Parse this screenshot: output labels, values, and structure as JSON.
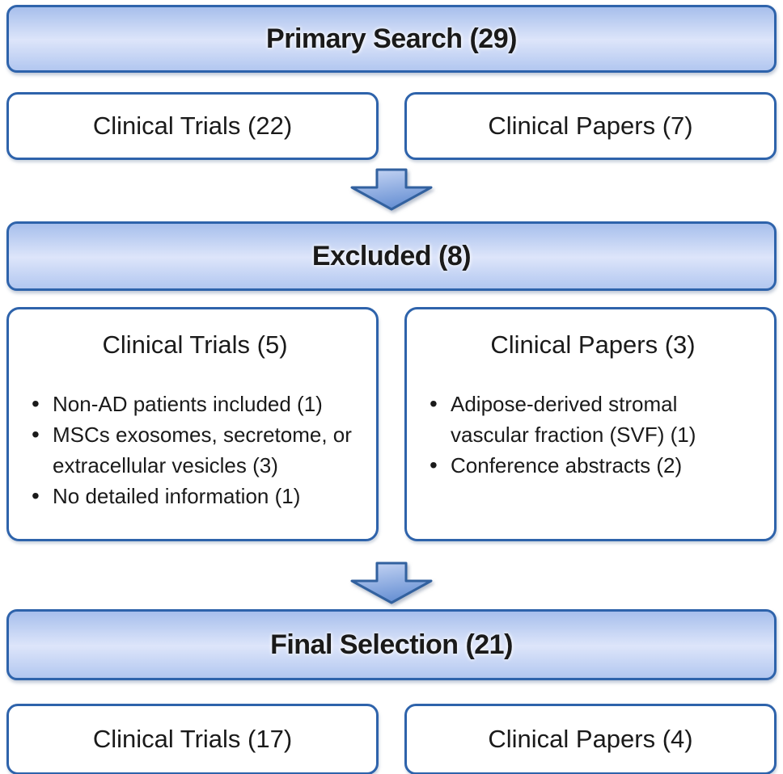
{
  "flow": {
    "primary": {
      "label": "Primary Search (29)"
    },
    "primary_children": [
      {
        "label": "Clinical Trials (22)"
      },
      {
        "label": "Clinical Papers (7)"
      }
    ],
    "excluded": {
      "label": "Excluded (8)"
    },
    "excluded_children": [
      {
        "title": "Clinical Trials (5)",
        "bullets": [
          "Non-AD patients included (1)",
          "MSCs exosomes, secretome, or extracellular vesicles (3)",
          "No detailed information (1)"
        ]
      },
      {
        "title": "Clinical Papers (3)",
        "bullets": [
          "Adipose-derived stromal vascular fraction (SVF) (1)",
          "Conference abstracts (2)"
        ]
      }
    ],
    "final": {
      "label": "Final Selection (21)"
    },
    "final_children": [
      {
        "label": "Clinical Trials (17)"
      },
      {
        "label": "Clinical Papers (4)"
      }
    ],
    "bullet_glyph": "•"
  },
  "colors": {
    "box_border": "#2e63ab",
    "header_gradient_top": "#a7bfec",
    "header_gradient_mid": "#dde5fa",
    "header_gradient_bottom": "#b2c7f0",
    "arrow_fill_light": "#c9d7f5",
    "arrow_fill_dark": "#6a92d4",
    "arrow_border": "#32619f",
    "text": "#1a1a1a",
    "background": "#ffffff"
  }
}
